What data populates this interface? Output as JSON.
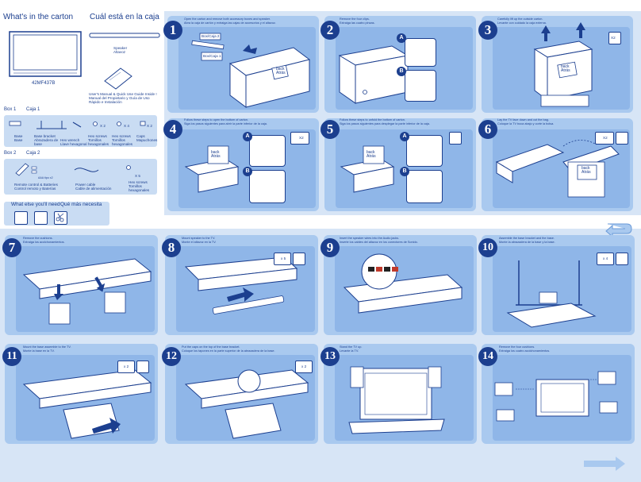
{
  "left": {
    "title_en": "What's in the carton",
    "title_es": "Cuál está en la caja",
    "model": "42MF437B",
    "speaker": [
      "Speaker",
      "Altavoz"
    ],
    "manual": [
      "User's Manual & Quick Use Guide Inside !",
      "Manual del Propietario y Guía de Uso",
      "Rápido e Instalación"
    ],
    "box1": [
      "Box 1",
      "Caja 1"
    ],
    "box1_items": [
      [
        "Base",
        "Base"
      ],
      [
        "Base bracket",
        "Abrazadera de",
        "base"
      ],
      [
        "Hex wrench",
        "Llave hexagonal"
      ],
      [
        "Hex screws",
        "Tornillos",
        "hexagonales"
      ],
      [
        "Hex screws",
        "Tornillos",
        "hexagonales"
      ],
      [
        "Caps",
        "Mapuchones"
      ]
    ],
    "box1_counts": [
      "X 2",
      "X 4",
      "X 2"
    ],
    "box2": [
      "Box 2",
      "Caja 2"
    ],
    "box2_items": [
      [
        "Remote control & Batteries",
        "Control remoto y Baterías"
      ],
      [
        "Power cable",
        "Cable de alimentación"
      ],
      [
        "Hex screws",
        "Tornillos",
        "hexagonales"
      ]
    ],
    "box2_count": "X 5",
    "battery_label": "AAA tipo x2",
    "need_en": "What else you'll need",
    "need_es": "Qué más necesita"
  },
  "steps": [
    {
      "n": "1",
      "text": [
        "Open the carton and remove both accessory boxes and speaker.",
        "Abra la caja de cartón y extraiga las cajas de accesorios y el altavoz."
      ],
      "labels": [
        "Box/Caja 2",
        "Box/Caja 1",
        "back",
        "Atrás"
      ]
    },
    {
      "n": "2",
      "text": [
        "Remove the four clips.",
        "Extraiga las cuatro pinzas."
      ],
      "labels": [
        "A",
        "B"
      ]
    },
    {
      "n": "3",
      "text": [
        "Carefully lift up the outside carton.",
        "Levante con cuidado la caja externa."
      ],
      "labels": [
        "back",
        "Atrás"
      ],
      "count": "X2"
    },
    {
      "n": "4",
      "text": [
        "Follow these steps to open the bottom of carton.",
        "Siga los pasos siguientes para abrir la parte inferior de la caja."
      ],
      "labels": [
        "A",
        "B",
        "back",
        "Atrás"
      ],
      "count": "X2"
    },
    {
      "n": "5",
      "text": [
        "Follow these steps to unfold the bottom of carton.",
        "Siga los pasos siguientes para desplegar la parte inferior de la caja."
      ],
      "labels": [
        "A",
        "B",
        "back",
        "Atrás"
      ]
    },
    {
      "n": "6",
      "text": [
        "Lay the TV face down and cut the bag.",
        "Coloque la TV boca abajo y corte la bolsa."
      ],
      "labels": [
        "back",
        "Atrás"
      ],
      "count": "X2"
    },
    {
      "n": "7",
      "text": [
        "Remove the cushions.",
        "Extraiga los acolchonamientos."
      ]
    },
    {
      "n": "8",
      "text": [
        "Mount speaker to the TV.",
        "Monte el altavoz en la TV."
      ],
      "count": "x 5"
    },
    {
      "n": "9",
      "text": [
        "Insert the speaker wires into the Audio jacks.",
        "Inserte los cables del altavoz en los conectores de Sonido."
      ]
    },
    {
      "n": "10",
      "text": [
        "Assemble the base bracket and the base.",
        "Monte la abrazadera de la base y la base."
      ],
      "count": "x 4"
    },
    {
      "n": "11",
      "text": [
        "Mount the base assemble to the TV.",
        "Monte la base en la TV."
      ],
      "count": "x 2"
    },
    {
      "n": "12",
      "text": [
        "Put the caps on the top of the base bracket.",
        "Coloque los tapones en la parte superior de la abrazadera de la base."
      ],
      "count": "x 2"
    },
    {
      "n": "13",
      "text": [
        "Stand the TV up.",
        "Levante la TV."
      ]
    },
    {
      "n": "14",
      "text": [
        "Remove the four cushions.",
        "Extraiga los cuatro acolchonamientos."
      ]
    }
  ],
  "colors": {
    "dark_blue": "#1c3f8f",
    "panel": "#8fb6e8",
    "band": "#d7e5f6"
  }
}
